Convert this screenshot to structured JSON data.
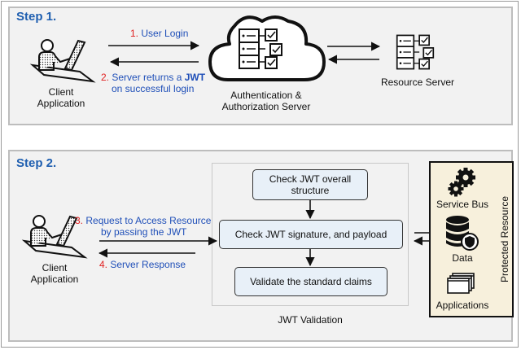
{
  "step1": {
    "title": "Step 1.",
    "client_label_1": "Client",
    "client_label_2": "Application",
    "login_num": "1.",
    "login_text": "User Login",
    "return_num": "2.",
    "return_text_a": "Server returns a ",
    "return_text_jwt": "JWT",
    "return_text_b": "on successful login",
    "auth_label_1": "Authentication &",
    "auth_label_2": "Authorization Server",
    "resource_label": "Resource Server"
  },
  "step2": {
    "title": "Step 2.",
    "client_label_1": "Client",
    "client_label_2": "Application",
    "request_num": "3.",
    "request_text_a": "Request to Access Resource",
    "request_text_b": "by passing the JWT",
    "response_num": "4.",
    "response_text": "Server Response",
    "check_structure": "Check JWT overall structure",
    "check_signature": "Check JWT signature, and payload",
    "validate_claims": "Validate the standard claims",
    "validation_label": "JWT Validation",
    "service_bus": "Service Bus",
    "data": "Data",
    "applications": "Applications",
    "protected_resource": "Protected Resource"
  },
  "icons": [
    "user-at-computer-icon",
    "cloud-icon",
    "server-rack-icon",
    "gear-icon",
    "database-icon",
    "shield-icon",
    "windows-stack-icon"
  ],
  "colors": {
    "step_title": "#1f5fb0",
    "number": "#e02020",
    "arrow_text": "#1f4fb8",
    "check_box": "#e8f0f8",
    "protected_bg": "#f7f0dc"
  }
}
